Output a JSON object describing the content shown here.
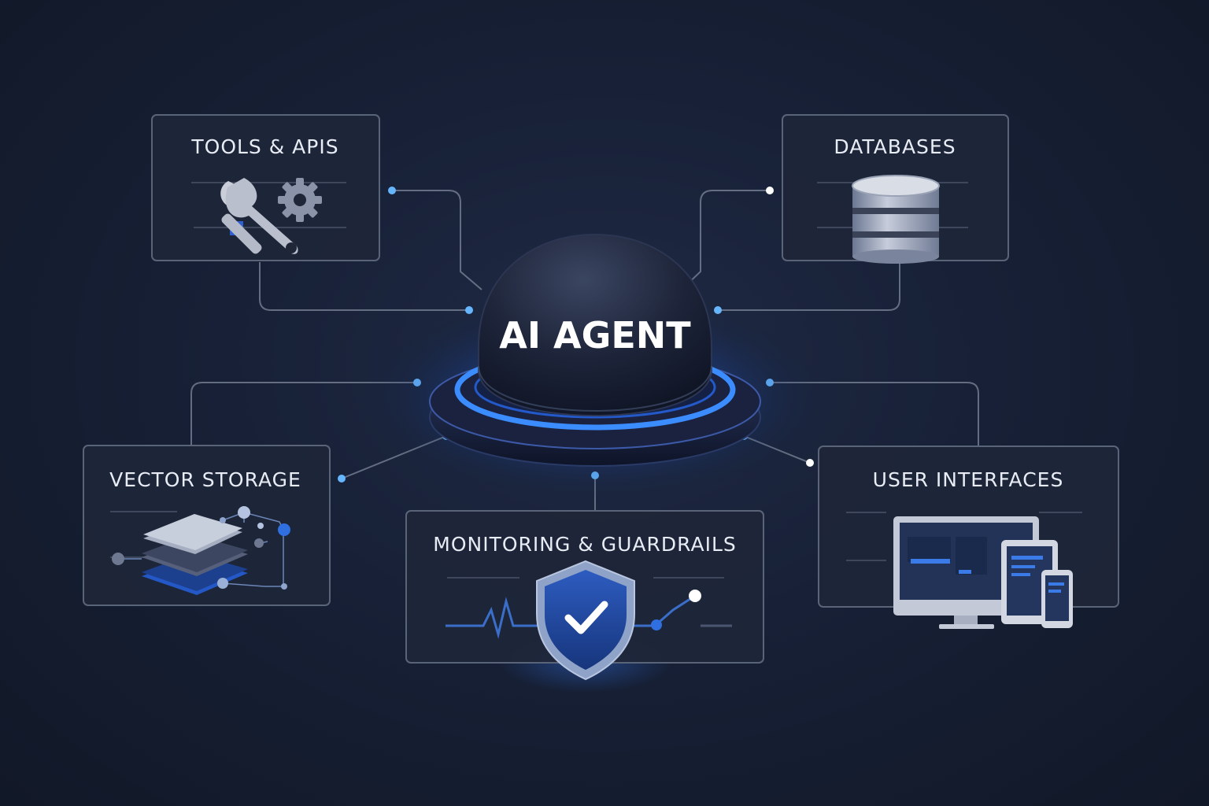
{
  "hub": {
    "label": "AI AGENT"
  },
  "nodes": {
    "tools": {
      "label": "TOOLS & APIS",
      "icon": "wrench-gear-icon"
    },
    "databases": {
      "label": "DATABASES",
      "icon": "database-icon"
    },
    "vector": {
      "label": "VECTOR STORAGE",
      "icon": "stacked-layers-icon"
    },
    "monitoring": {
      "label": "MONITORING & GUARDRAILS",
      "icon": "shield-check-icon"
    },
    "ui": {
      "label": "USER INTERFACES",
      "icon": "devices-icon"
    }
  },
  "colors": {
    "background": "#161e32",
    "panel": "#1e2638",
    "panel_border": "#5a6478",
    "connector": "#7d879a",
    "accent_blue": "#2f6fe0",
    "glow": "#3b8dff",
    "node_dot": "#66b6ff"
  }
}
